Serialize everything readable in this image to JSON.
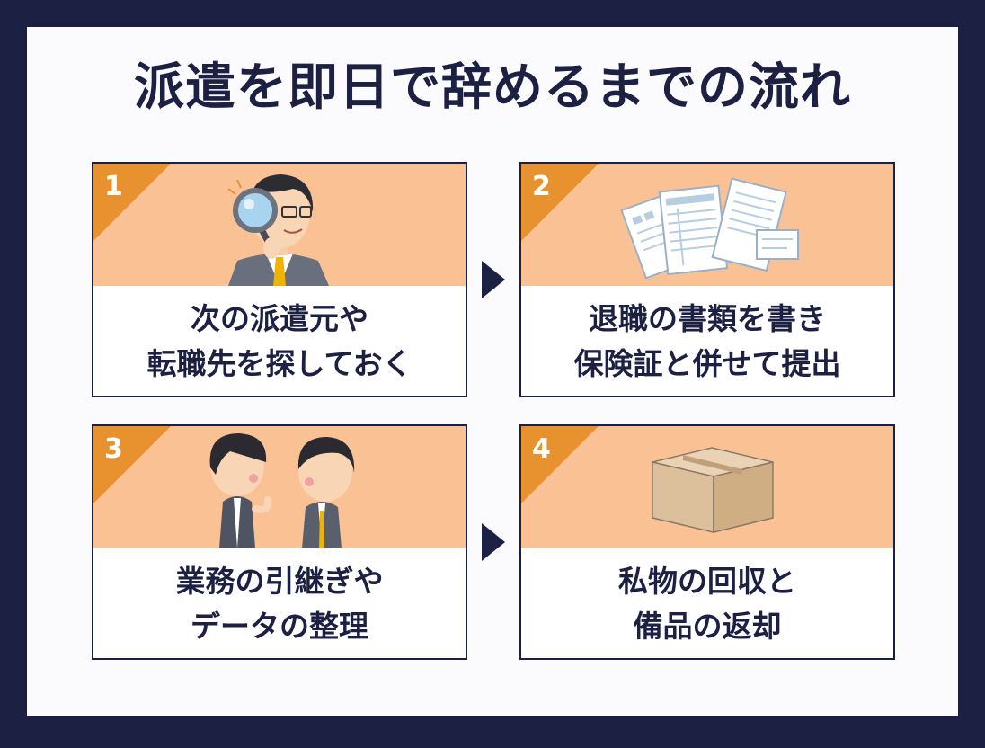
{
  "title": "派遣を即日で辞めるまでの流れ",
  "steps": [
    {
      "number": "1",
      "line1": "次の派遣元や",
      "line2": "転職先を探しておく"
    },
    {
      "number": "2",
      "line1": "退職の書類を書き",
      "line2": "保険証と併せて提出"
    },
    {
      "number": "3",
      "line1": "業務の引継ぎや",
      "line2": "データの整理"
    },
    {
      "number": "4",
      "line1": "私物の回収と",
      "line2": "備品の返却"
    }
  ],
  "colors": {
    "navy": "#1c2043",
    "peach": "#fac195",
    "orange": "#e8922f",
    "background": "#fbfbfd"
  },
  "icons": [
    "magnifier-person-icon",
    "documents-icon",
    "conversation-icon",
    "cardboard-box-icon"
  ]
}
